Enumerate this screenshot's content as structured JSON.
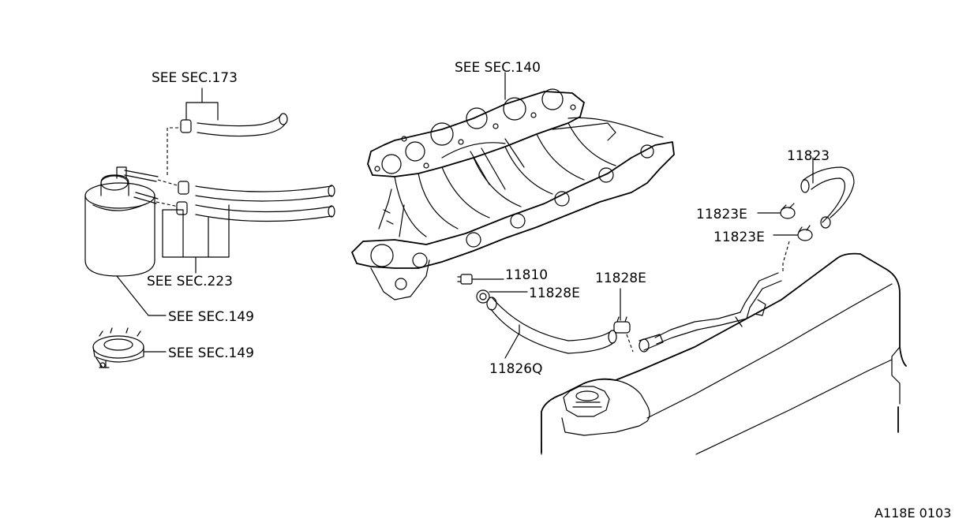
{
  "labels": {
    "see_sec_173": "SEE SEC.173",
    "see_sec_140": "SEE SEC.140",
    "see_sec_223": "SEE SEC.223",
    "see_sec_149_a": "SEE SEC.149",
    "see_sec_149_b": "SEE SEC.149",
    "part_11823": "11823",
    "part_11823e_a": "11823E",
    "part_11823e_b": "11823E",
    "part_11810": "11810",
    "part_11828e_a": "11828E",
    "part_11828e_b": "11828E",
    "part_11826q": "11826Q",
    "diagram_code": "A118E 0103"
  }
}
